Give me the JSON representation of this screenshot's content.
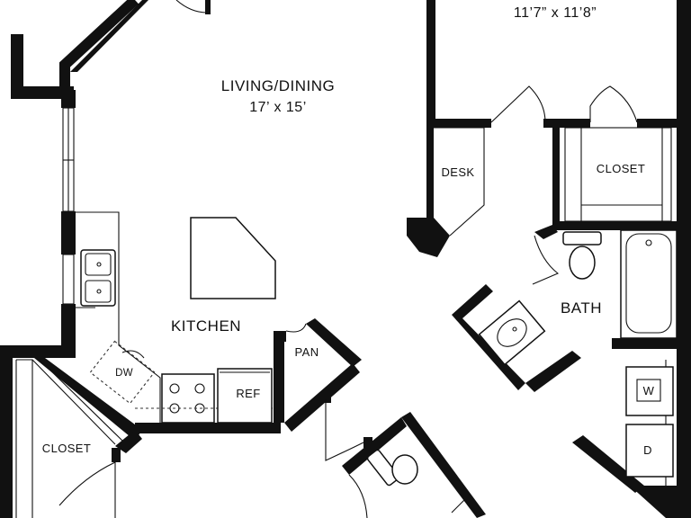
{
  "rooms": {
    "bedroom_dimensions": "11’7” x 11’8”",
    "living_dining_label": "LIVING/DINING",
    "living_dining_dimensions": "17’ x 15’",
    "kitchen_label": "KITCHEN",
    "bath_label": "BATH",
    "desk_label": "DESK",
    "closet_bedroom_label": "CLOSET",
    "closet_entry_label": "CLOSET"
  },
  "fixtures": {
    "pantry_label": "PAN",
    "dishwasher_label": "DW",
    "refrigerator_label": "REF",
    "washer_label": "W",
    "dryer_label": "D"
  },
  "colors": {
    "wall": "#111111",
    "background": "#ffffff"
  }
}
